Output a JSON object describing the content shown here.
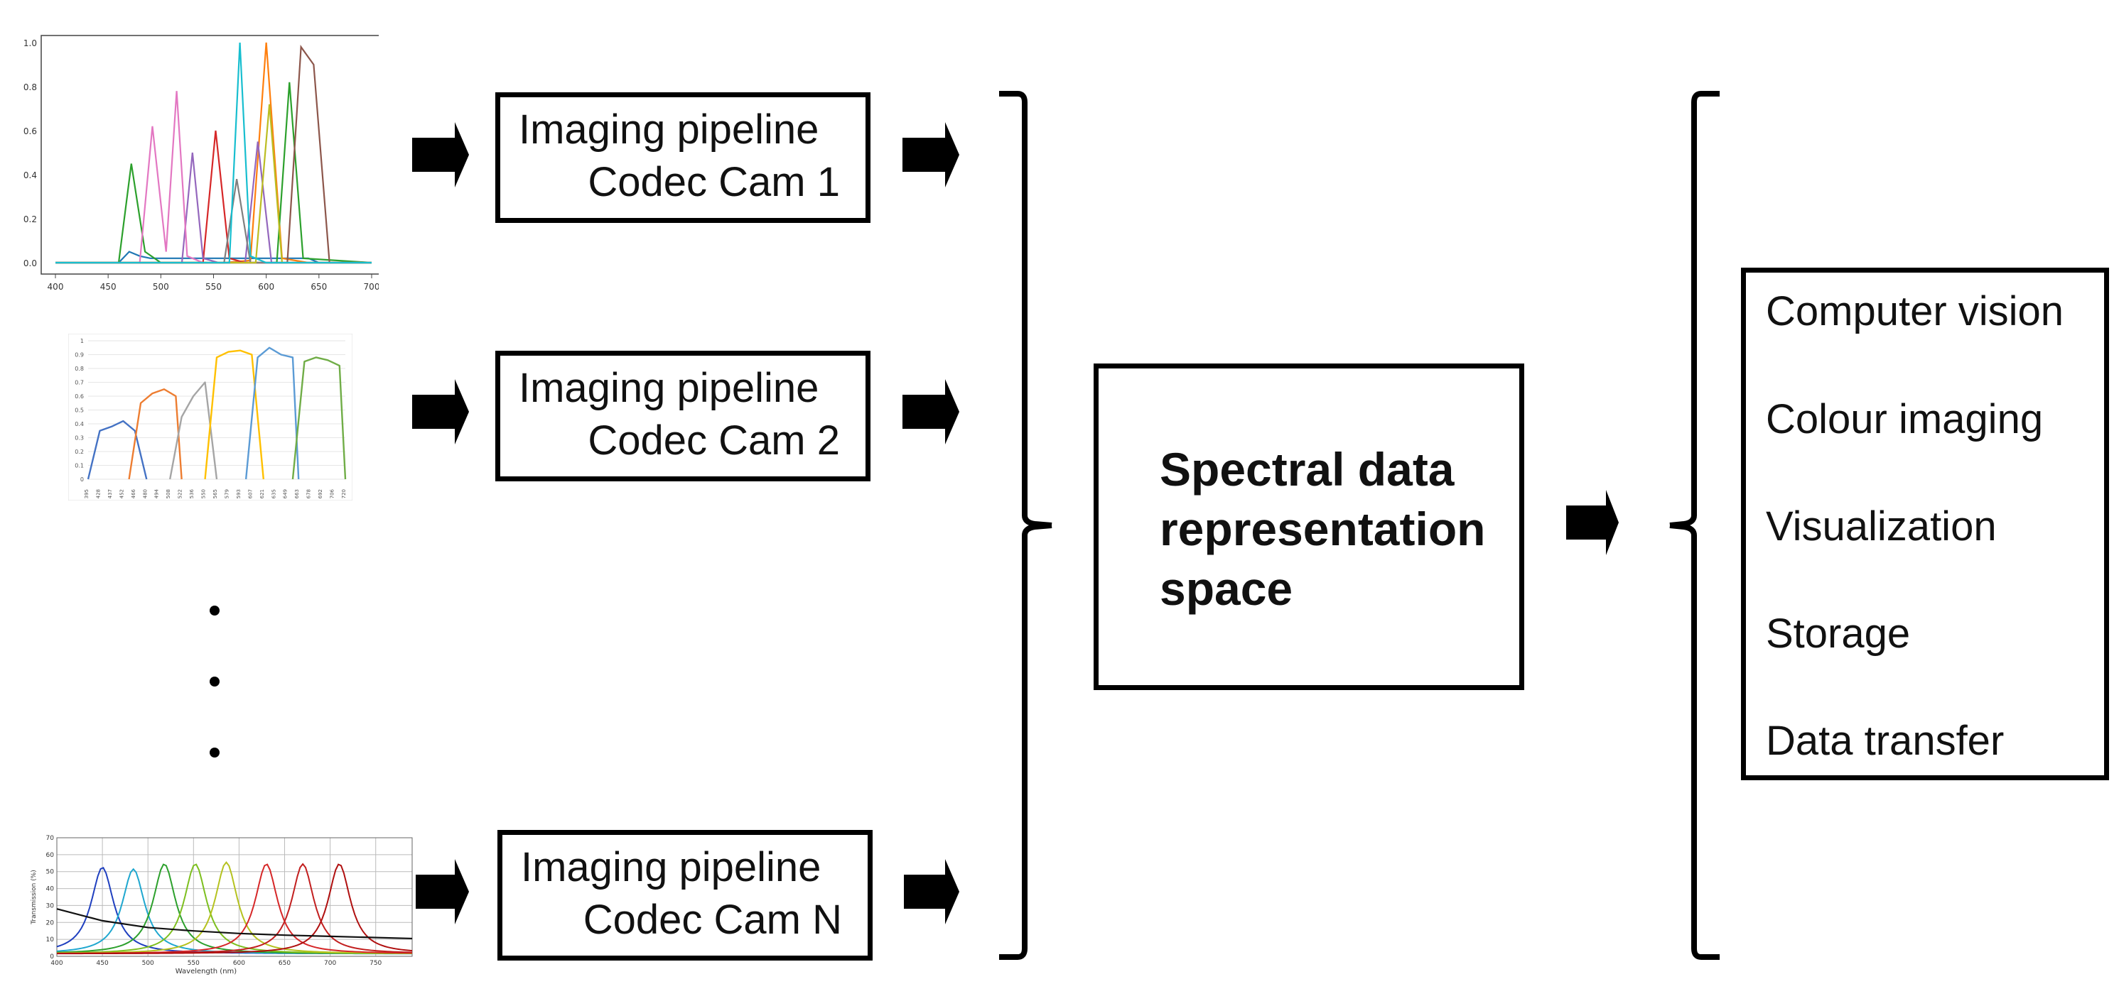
{
  "pipelines": [
    {
      "line1": "Imaging pipeline",
      "line2": "Codec Cam 1"
    },
    {
      "line1": "Imaging pipeline",
      "line2": "Codec Cam 2"
    },
    {
      "line1": "Imaging pipeline",
      "line2": "Codec Cam N"
    }
  ],
  "center": {
    "lines": [
      "Spectral data",
      "representation",
      "space"
    ]
  },
  "applications": [
    "Computer vision",
    "Colour imaging",
    "Visualization",
    "Storage",
    "Data transfer"
  ],
  "chart_data": [
    {
      "type": "line",
      "x_ticks": [
        400,
        450,
        500,
        550,
        600,
        650,
        700
      ],
      "y_ticks": [
        "0.0",
        "0.2",
        "0.4",
        "0.6",
        "0.8",
        "1.0"
      ],
      "xlim": [
        400,
        700
      ],
      "ylim": [
        0,
        1
      ],
      "series_colors": [
        "#1f77b4",
        "#ff7f0e",
        "#2ca02c",
        "#d62728",
        "#9467bd",
        "#8c564b",
        "#e377c2",
        "#7f7f7f",
        "#bcbd22",
        "#17becf"
      ],
      "series": [
        {
          "x": [
            400,
            460,
            470,
            480,
            490,
            500,
            640,
            650,
            700
          ],
          "y": [
            0,
            0,
            0.05,
            0.03,
            0.02,
            0.02,
            0.02,
            0,
            0
          ]
        },
        {
          "x": [
            400,
            560,
            585,
            600,
            615,
            640,
            700
          ],
          "y": [
            0,
            0,
            0.01,
            1.0,
            0.02,
            0,
            0
          ]
        },
        {
          "x": [
            400,
            460,
            472,
            485,
            500,
            610,
            622,
            635,
            700
          ],
          "y": [
            0,
            0,
            0.45,
            0.05,
            0,
            0,
            0.82,
            0.02,
            0
          ]
        },
        {
          "x": [
            400,
            540,
            552,
            565,
            580,
            640,
            700
          ],
          "y": [
            0,
            0,
            0.6,
            0.02,
            0,
            0,
            0
          ]
        },
        {
          "x": [
            400,
            520,
            530,
            540,
            555,
            580,
            592,
            605,
            700
          ],
          "y": [
            0,
            0,
            0.5,
            0.02,
            0,
            0,
            0.55,
            0,
            0
          ]
        },
        {
          "x": [
            400,
            620,
            633,
            645,
            660,
            700
          ],
          "y": [
            0,
            0,
            0.98,
            0.9,
            0,
            0
          ]
        },
        {
          "x": [
            400,
            480,
            492,
            505,
            515,
            525,
            540,
            700
          ],
          "y": [
            0,
            0,
            0.62,
            0.05,
            0.78,
            0.03,
            0,
            0
          ]
        },
        {
          "x": [
            400,
            560,
            572,
            585,
            640,
            700
          ],
          "y": [
            0,
            0,
            0.38,
            0,
            0,
            0
          ]
        },
        {
          "x": [
            400,
            590,
            603,
            615,
            650,
            700
          ],
          "y": [
            0,
            0,
            0.72,
            0,
            0,
            0
          ]
        },
        {
          "x": [
            400,
            565,
            575,
            585,
            600,
            700
          ],
          "y": [
            0,
            0,
            1.0,
            0.03,
            0,
            0
          ]
        }
      ]
    },
    {
      "type": "line",
      "y_ticks": [
        "0",
        "0.1",
        "0.2",
        "0.3",
        "0.4",
        "0.5",
        "0.6",
        "0.7",
        "0.8",
        "0.9",
        "1"
      ],
      "ylim": [
        0,
        1
      ],
      "x_ticks": [
        "395",
        "428",
        "437",
        "452",
        "466",
        "480",
        "494",
        "508",
        "522",
        "536",
        "550",
        "565",
        "579",
        "593",
        "607",
        "621",
        "635",
        "649",
        "663",
        "678",
        "692",
        "706",
        "720"
      ],
      "series": [
        {
          "name": "",
          "color": "#4472c4",
          "x": [
            0,
            1,
            2,
            3,
            4,
            5
          ],
          "y": [
            0,
            0.35,
            0.38,
            0.42,
            0.35,
            0
          ]
        },
        {
          "name": "",
          "color": "#ed7d31",
          "x": [
            3.5,
            4.5,
            5.5,
            6.5,
            7.5,
            8
          ],
          "y": [
            0,
            0.55,
            0.62,
            0.65,
            0.6,
            0
          ]
        },
        {
          "name": "",
          "color": "#a5a5a5",
          "x": [
            7,
            8,
            9,
            10,
            11
          ],
          "y": [
            0,
            0.45,
            0.6,
            0.7,
            0
          ]
        },
        {
          "name": "",
          "color": "#ffc000",
          "x": [
            10,
            11,
            12,
            13,
            14,
            15
          ],
          "y": [
            0,
            0.88,
            0.92,
            0.93,
            0.9,
            0
          ]
        },
        {
          "name": "",
          "color": "#5b9bd5",
          "x": [
            13.5,
            14.5,
            15.5,
            16.5,
            17.5,
            18
          ],
          "y": [
            0,
            0.88,
            0.95,
            0.9,
            0.88,
            0
          ]
        },
        {
          "name": "",
          "color": "#70ad47",
          "x": [
            17.5,
            18.5,
            19.5,
            20.5,
            21.5,
            22
          ],
          "y": [
            0,
            0.85,
            0.88,
            0.86,
            0.82,
            0
          ]
        }
      ]
    },
    {
      "type": "line",
      "xlabel": "Wavelength (nm)",
      "ylabel": "Transmission (%)",
      "x_ticks": [
        400,
        450,
        500,
        550,
        600,
        650,
        700,
        750
      ],
      "y_ticks": [
        0,
        10,
        20,
        30,
        40,
        50,
        60,
        70
      ],
      "xlim": [
        400,
        790
      ],
      "ylim": [
        0,
        70
      ],
      "peaks": [
        {
          "center": 450,
          "height": 51,
          "color": "#1f3fbf"
        },
        {
          "center": 484,
          "height": 50,
          "color": "#1fa7cf"
        },
        {
          "center": 518,
          "height": 53,
          "color": "#2ca02c"
        },
        {
          "center": 552,
          "height": 53,
          "color": "#7dbf1f"
        },
        {
          "center": 586,
          "height": 54,
          "color": "#b5c21f"
        },
        {
          "center": 630,
          "height": 53,
          "color": "#d62728"
        },
        {
          "center": 670,
          "height": 53,
          "color": "#c21f1f"
        },
        {
          "center": 710,
          "height": 53,
          "color": "#b01010"
        }
      ],
      "baseline_curve": {
        "color": "#111111",
        "x": [
          400,
          450,
          500,
          550,
          600,
          650,
          700,
          790
        ],
        "y": [
          28,
          21,
          17,
          15,
          13.5,
          12.5,
          11.8,
          10.5
        ]
      }
    }
  ]
}
